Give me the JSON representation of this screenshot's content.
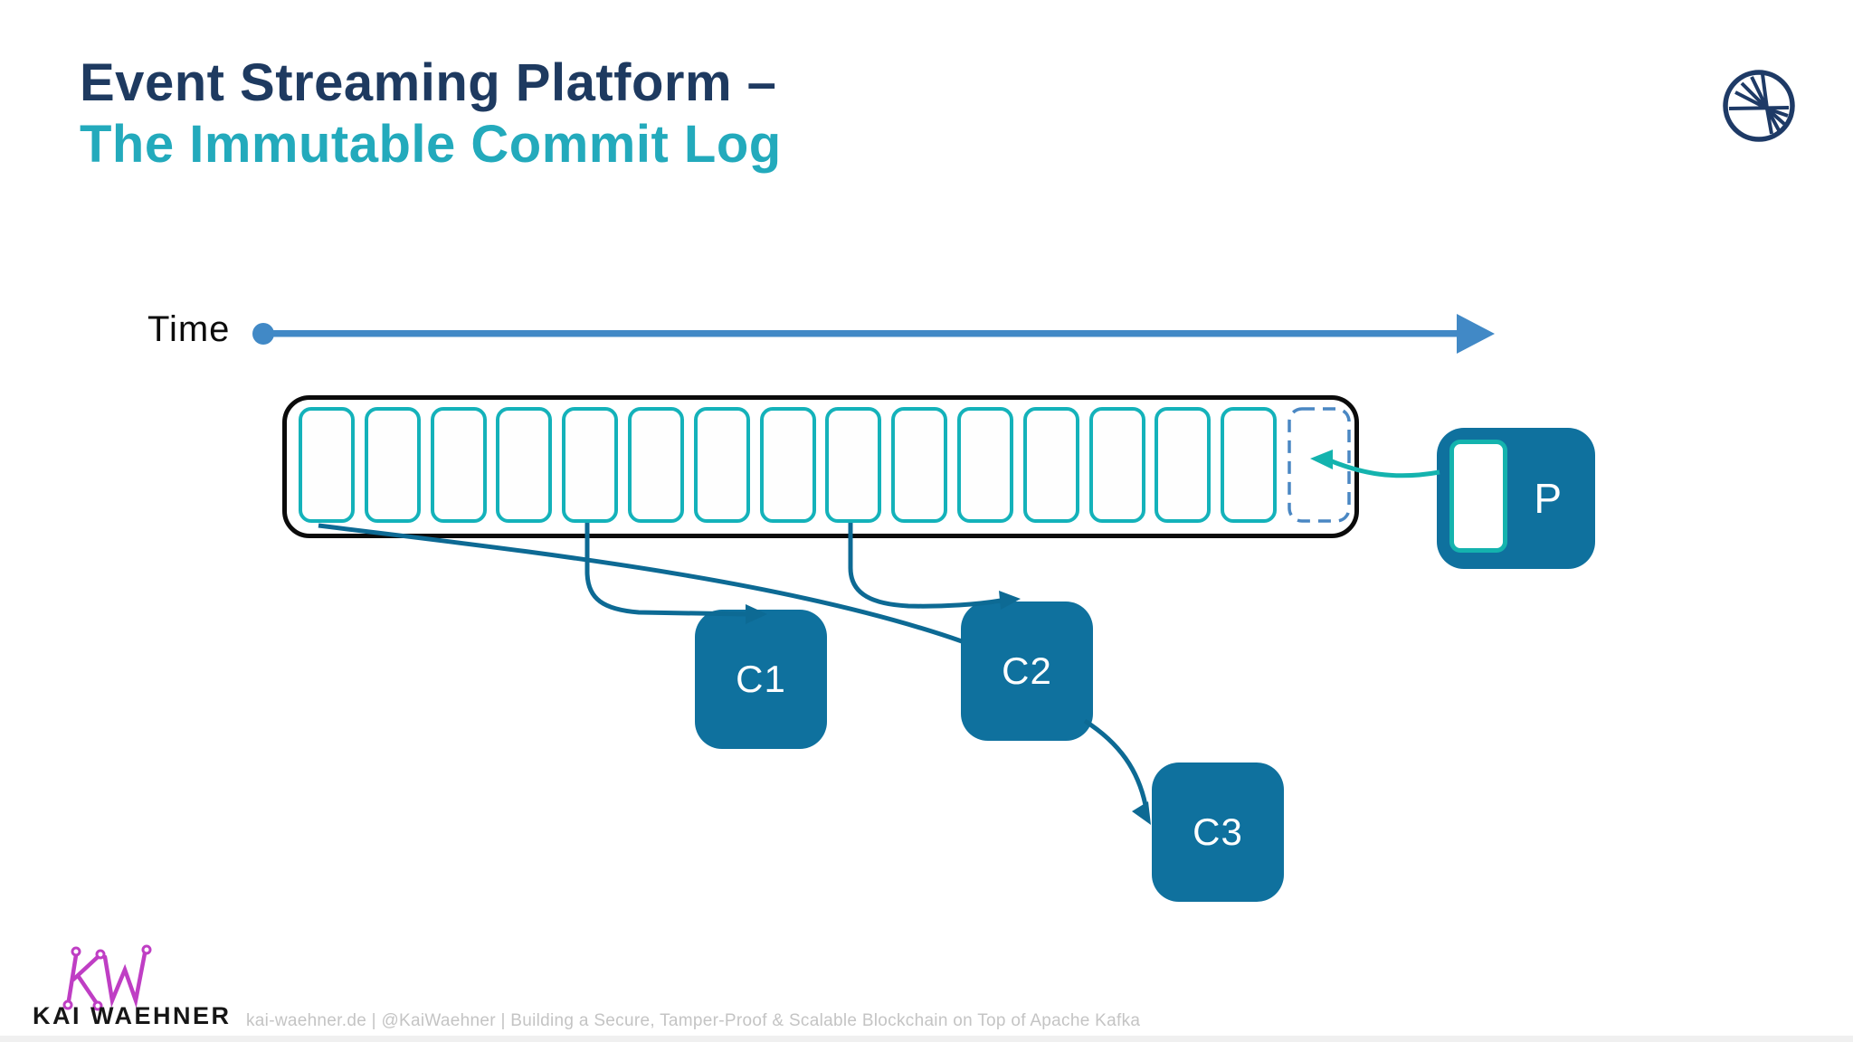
{
  "slide": {
    "title_line1": "Event Streaming Platform –",
    "title_line2": "The Immutable Commit Log",
    "colors": {
      "title_navy": "#1e3a60",
      "title_teal": "#23aabc",
      "cell_teal": "#14b2ba",
      "node_blue": "#0f719e",
      "arrow_dark": "#0d6a94",
      "arrow_teal": "#14b3ae",
      "time_blue": "#4189c6",
      "dashed_slot_blue": "#4a87c3",
      "kw_magenta": "#bf3ec4",
      "confluent_navy": "#1e3a66"
    }
  },
  "diagram": {
    "time_label": "Time",
    "log": {
      "solid_cells": 15,
      "dashed_cells": 1
    },
    "producer": {
      "label": "P"
    },
    "consumers": [
      {
        "label": "C1"
      },
      {
        "label": "C2"
      },
      {
        "label": "C3"
      }
    ]
  },
  "footer": {
    "brand": "KAI WAEHNER",
    "text": "kai-waehner.de | @KaiWaehner | Building a Secure, Tamper-Proof & Scalable Blockchain on Top of Apache Kafka"
  },
  "logos": {
    "top_right": "confluent-logo",
    "bottom_left": "kw-logo"
  }
}
